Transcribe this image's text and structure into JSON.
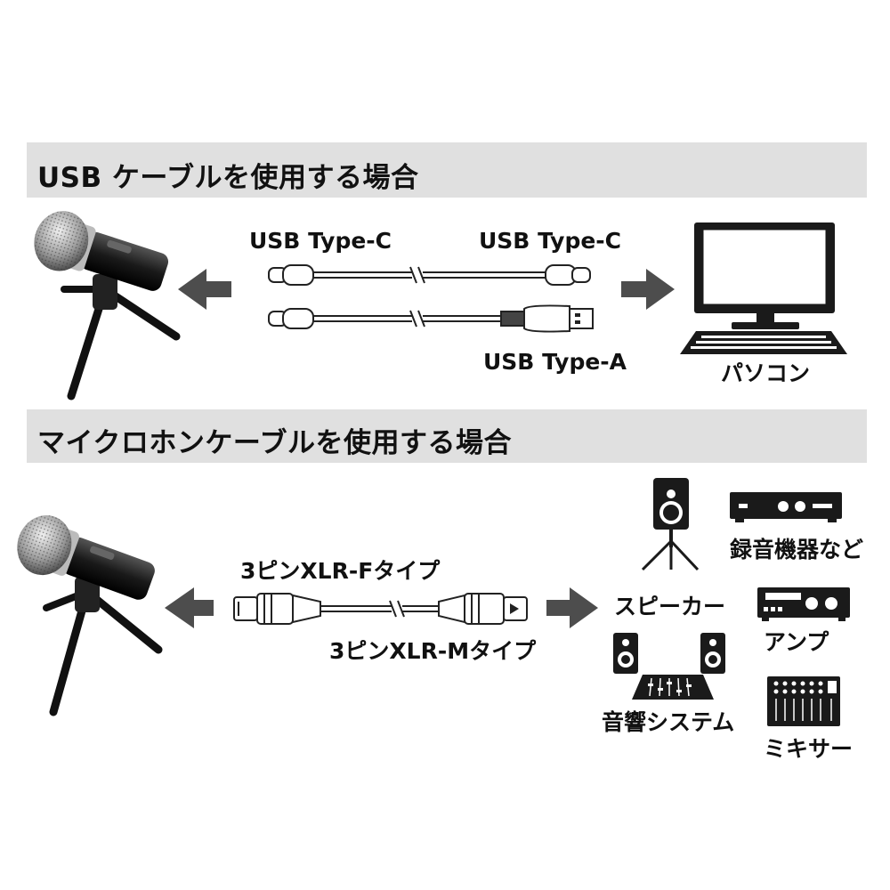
{
  "sections": {
    "usb": {
      "title": "USB ケーブルを使用する場合",
      "left_connector": "USB Type-C",
      "right_connector_top": "USB Type-C",
      "right_connector_bottom": "USB Type-A",
      "device": "パソコン"
    },
    "mic": {
      "title": "マイクロホンケーブルを使用する場合",
      "connector_f": "3ピンXLR-Fタイプ",
      "connector_m": "3ピンXLR-Mタイプ",
      "devices": {
        "speaker": "スピーカー",
        "recorder": "録音機器など",
        "amp": "アンプ",
        "sound_system": "音響システム",
        "mixer": "ミキサー"
      }
    }
  },
  "colors": {
    "band": "#e0e0e0",
    "arrow": "#4d4d4d",
    "ink": "#111111"
  }
}
